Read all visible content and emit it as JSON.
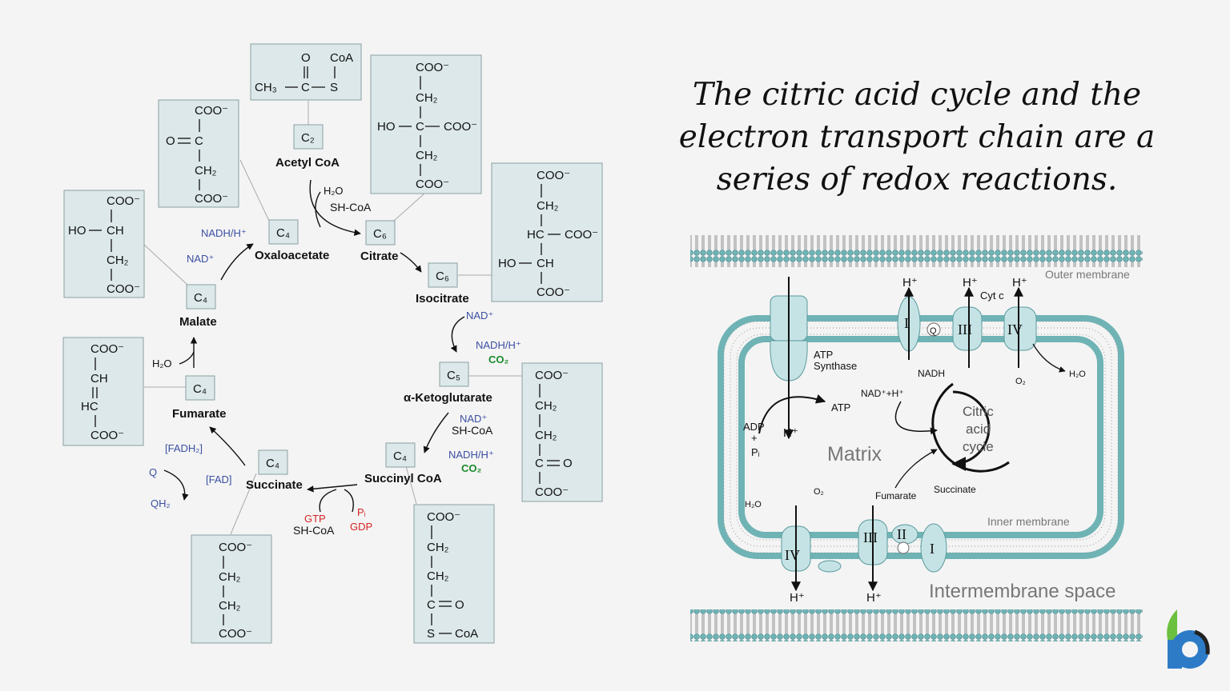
{
  "heading": {
    "line1": "The citric acid cycle and the",
    "line2": "electron transport chain are a",
    "line3": "series of redox reactions."
  },
  "cycle": {
    "intermediates": {
      "acetyl_coa": "Acetyl CoA",
      "oxaloacetate": "Oxaloacetate",
      "citrate": "Citrate",
      "isocitrate": "Isocitrate",
      "ketoglutarate": "α-Ketoglutarate",
      "succinyl_coa": "Succinyl CoA",
      "succinate": "Succinate",
      "fumarate": "Fumarate",
      "malate": "Malate"
    },
    "carbon_tags": {
      "acetyl": "C₂",
      "oxaloacetate": "C₄",
      "citrate": "C₆",
      "isocitrate": "C₆",
      "ketoglutarate": "C₅",
      "succinyl": "C₄",
      "succinate": "C₄",
      "fumarate": "C₄",
      "malate": "C₄"
    },
    "reactants": {
      "h2o_1": "H₂O",
      "shcoa_1": "SH-CoA",
      "nad_1": "NAD⁺",
      "nadh_1": "NADH/H⁺",
      "co2_1": "CO₂",
      "nad_2": "NAD⁺",
      "shcoa_2": "SH-CoA",
      "nadh_2": "NADH/H⁺",
      "co2_2": "CO₂",
      "gtp": "GTP",
      "shcoa_3": "SH-CoA",
      "pi": "Pᵢ",
      "gdp": "GDP",
      "fadh2": "[FADH₂]",
      "fad": "[FAD]",
      "q": "Q",
      "qh2": "QH₂",
      "h2o_2": "H₂O",
      "nadh_3": "NADH/H⁺",
      "nad_3": "NAD⁺"
    },
    "structures": {
      "acetyl": {
        "o": "O",
        "coa": "CoA",
        "ch3": "CH₃",
        "c": "C",
        "s": "S"
      },
      "citrate": {
        "coo1": "COO⁻",
        "ch2a": "CH₂",
        "ho": "HO",
        "c": "C",
        "coo2": "COO⁻",
        "ch2b": "CH₂",
        "coo3": "COO⁻"
      },
      "isocitrate": {
        "coo1": "COO⁻",
        "ch2": "CH₂",
        "hc": "HC",
        "coo2": "COO⁻",
        "ho": "HO",
        "ch": "CH",
        "coo3": "COO⁻"
      },
      "ketoglutarate": {
        "coo1": "COO⁻",
        "ch2a": "CH₂",
        "ch2b": "CH₂",
        "c": "C",
        "o": "O",
        "coo2": "COO⁻"
      },
      "succinyl": {
        "coo": "COO⁻",
        "ch2a": "CH₂",
        "ch2b": "CH₂",
        "c": "C",
        "o": "O",
        "s": "S",
        "coa": "CoA"
      },
      "succinate": {
        "coo1": "COO⁻",
        "ch2a": "CH₂",
        "ch2b": "CH₂",
        "coo2": "COO⁻"
      },
      "fumarate": {
        "coo1": "COO⁻",
        "ch": "CH",
        "hc": "HC",
        "coo2": "COO⁻"
      },
      "malate": {
        "coo1": "COO⁻",
        "ho": "HO",
        "ch": "CH",
        "ch2": "CH₂",
        "coo2": "COO⁻"
      },
      "oxaloacetate": {
        "coo1": "COO⁻",
        "o": "O",
        "c": "C",
        "ch2": "CH₂",
        "coo2": "COO⁻"
      }
    }
  },
  "etc": {
    "outer_membrane": "Outer membrane",
    "inner_membrane": "Inner membrane",
    "intermembrane": "Intermembrane space",
    "matrix": "Matrix",
    "atp_synthase_1": "ATP",
    "atp_synthase_2": "Synthase",
    "atp": "ATP",
    "adp": "ADP",
    "plus": "+",
    "pi": "Pᵢ",
    "h_plus": "H⁺",
    "nadh": "NADH",
    "nad_h": "NAD⁺+H⁺",
    "cycle_1": "Citric",
    "cycle_2": "acid",
    "cycle_3": "cycle",
    "fumarate": "Fumarate",
    "succinate": "Succinate",
    "cyt_c": "Cyt c",
    "o2": "O₂",
    "h2o": "H₂O",
    "q": "Q",
    "complexes": {
      "c1": "I",
      "c2": "II",
      "c3": "III",
      "c4": "IV"
    }
  },
  "colors": {
    "box_fill": "#dce8ea",
    "membrane_head": "#6fb3b5",
    "blue_text": "#3c4fa3",
    "green_text": "#1a8a2a",
    "red_text": "#d62424"
  }
}
